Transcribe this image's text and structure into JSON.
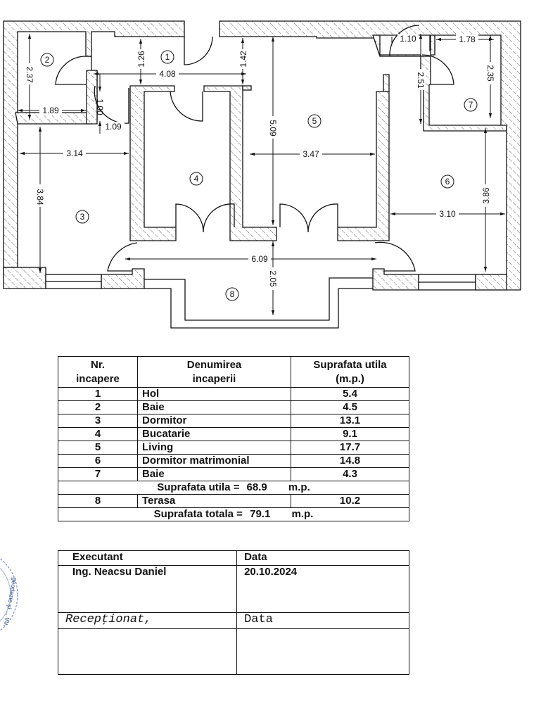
{
  "plan": {
    "rooms": [
      {
        "id": "1",
        "label": "1"
      },
      {
        "id": "2",
        "label": "2"
      },
      {
        "id": "3",
        "label": "3"
      },
      {
        "id": "4",
        "label": "4"
      },
      {
        "id": "5",
        "label": "5"
      },
      {
        "id": "6",
        "label": "6"
      },
      {
        "id": "7",
        "label": "7"
      },
      {
        "id": "8",
        "label": "8"
      }
    ],
    "dimensions": {
      "hol_width": "4.08",
      "hol_depth_left": "1.26",
      "hol_depth_right": "1.42",
      "baie2_height": "2.37",
      "baie2_width": "1.89",
      "corridor_depth": "1.00",
      "corridor_width": "1.09",
      "dormitor_width": "3.14",
      "dormitor_height": "3.84",
      "living_height": "5.09",
      "living_width": "3.47",
      "baie7_passage": "1.10",
      "baie7_width": "1.78",
      "baie7_passage_height": "2.51",
      "baie7_height": "2.35",
      "dormitor_matrimonial_height": "3.86",
      "dormitor_matrimonial_width": "3.10",
      "terasa_width": "6.09",
      "terasa_depth": "2.05"
    },
    "colors": {
      "line": "#111111",
      "hatch": "#555555",
      "background": "#ffffff"
    }
  },
  "schedule": {
    "headers": {
      "nr_line1": "Nr.",
      "nr_line2": "incapere",
      "name_line1": "Denumirea",
      "name_line2": "incaperii",
      "area_line1": "Suprafata utila",
      "area_line2": "(m.p.)"
    },
    "rows": [
      {
        "nr": "1",
        "name": "Hol",
        "area": "5.4"
      },
      {
        "nr": "2",
        "name": "Baie",
        "area": "4.5"
      },
      {
        "nr": "3",
        "name": "Dormitor",
        "area": "13.1"
      },
      {
        "nr": "4",
        "name": "Bucatarie",
        "area": "9.1"
      },
      {
        "nr": "5",
        "name": "Living",
        "area": "17.7"
      },
      {
        "nr": "6",
        "name": "Dormitor matrimonial",
        "area": "14.8"
      },
      {
        "nr": "7",
        "name": "Baie",
        "area": "4.3"
      }
    ],
    "subtotal": {
      "label": "Suprafata utila =",
      "value": "68.9",
      "unit": "m.p."
    },
    "extra_rows": [
      {
        "nr": "8",
        "name": "Terasa",
        "area": "10.2"
      }
    ],
    "total": {
      "label": "Suprafata totala =",
      "value": "79.1",
      "unit": "m.p."
    }
  },
  "signoff": {
    "executant_label": "Executant",
    "date_label": "Data",
    "executant_name": "Ing. Neacsu Daniel",
    "executant_date": "20.10.2024",
    "received_label": "Recepţionat,",
    "received_date_label": "Data"
  },
  "stamp": {
    "text": "geodezie și ... tru,"
  }
}
